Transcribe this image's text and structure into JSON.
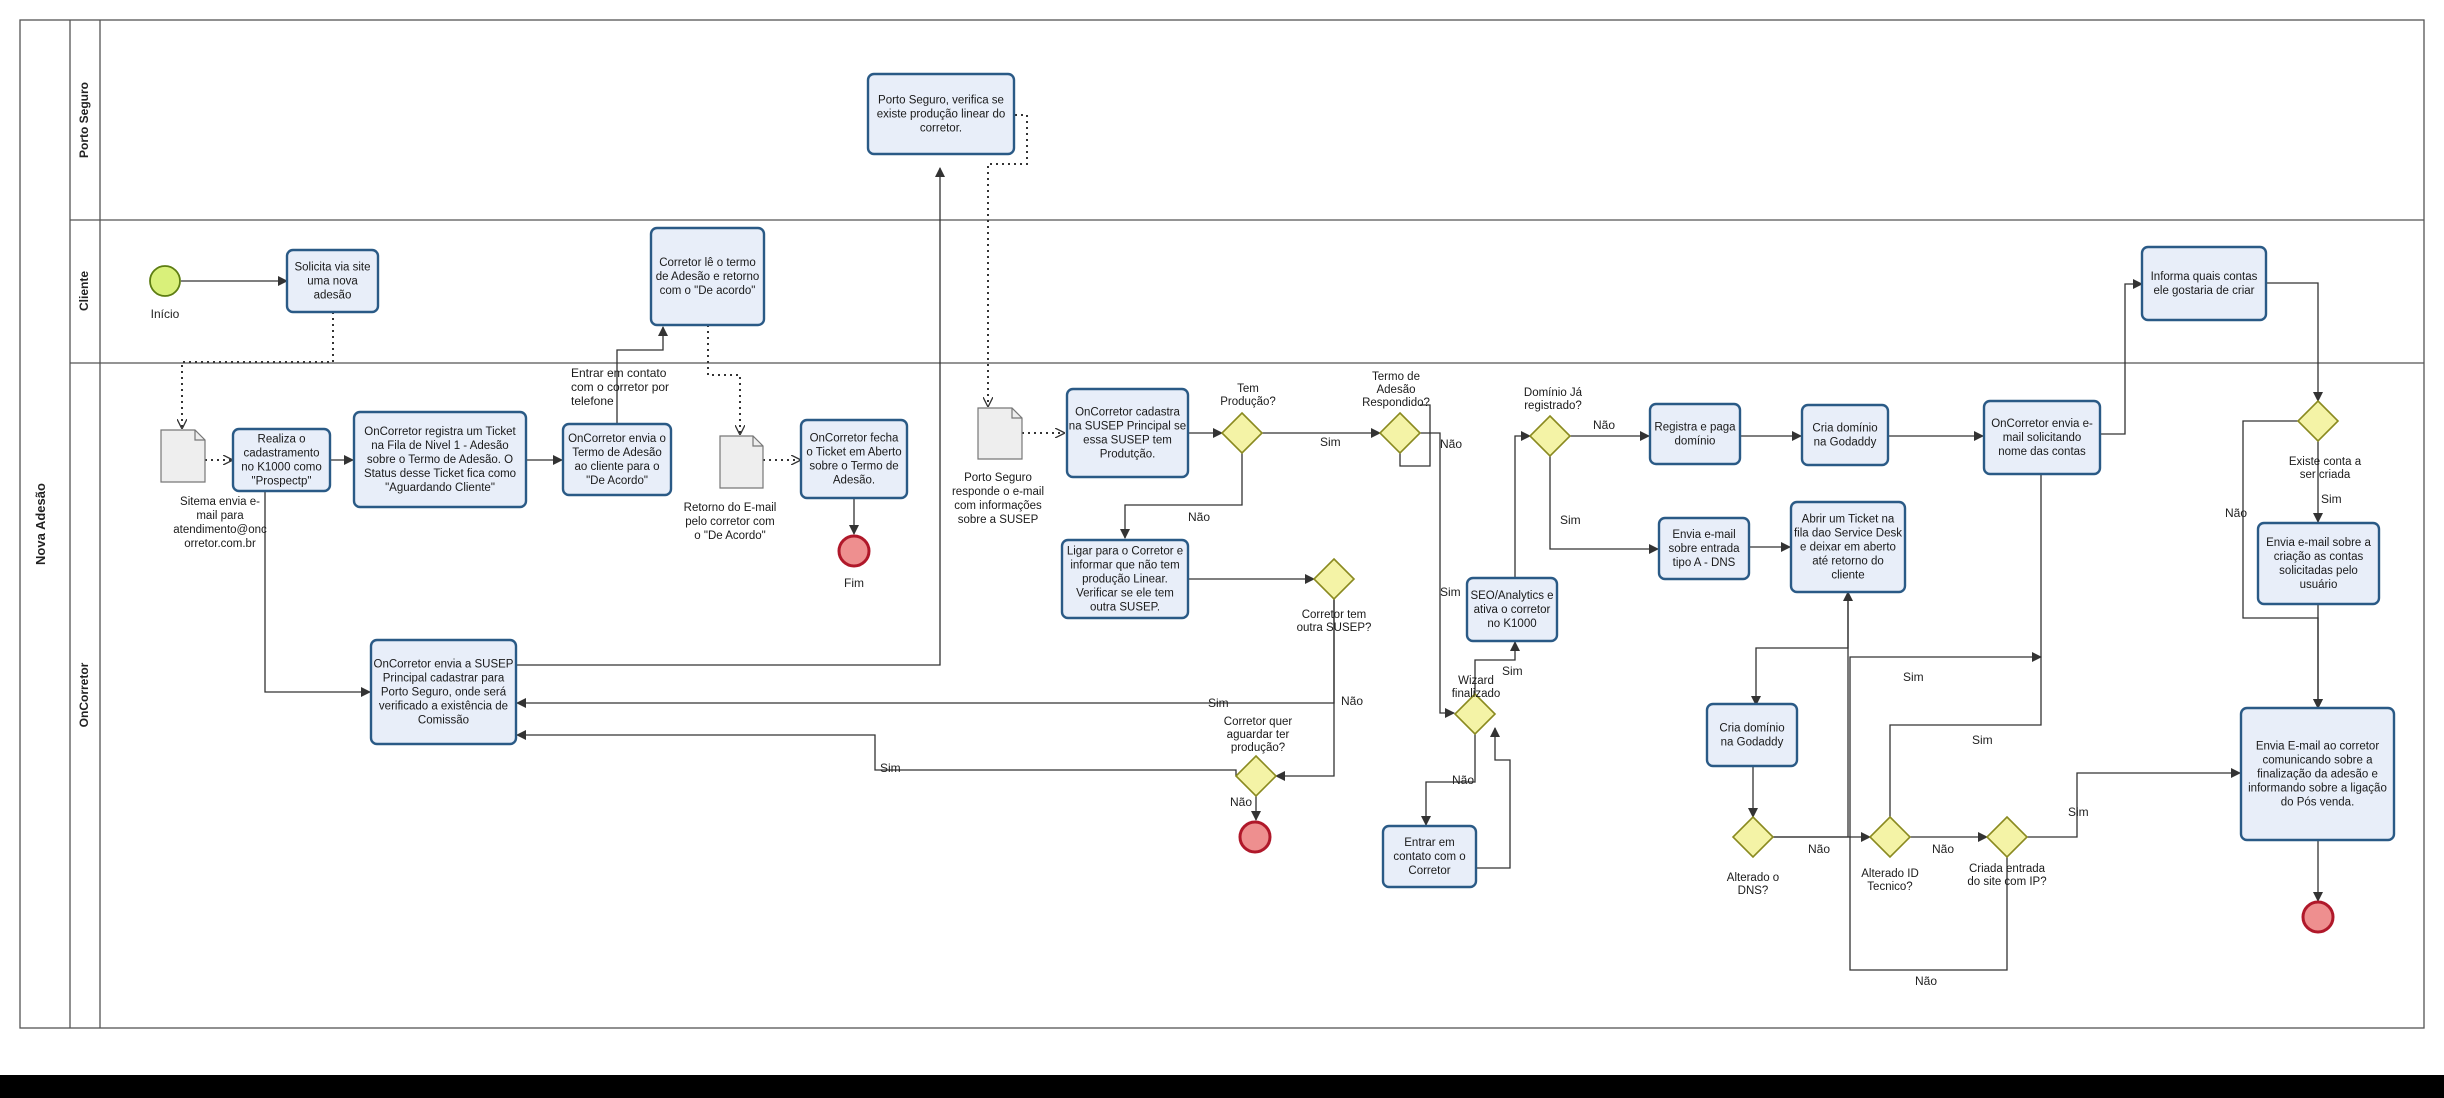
{
  "pool": {
    "title": "Nova Adesão"
  },
  "lanes": {
    "porto": "Porto Seguro",
    "cliente": "Cliente",
    "oncorretor": "OnCorretor"
  },
  "colors": {
    "task_fill": "#e8eef9",
    "task_stroke": "#2a5a86",
    "gateway_fill": "#f4f3a6",
    "gateway_stroke": "#8a8a20",
    "start_fill": "#d9f07a",
    "start_stroke": "#5d7d12",
    "end_fill": "#ee8f8f",
    "end_stroke": "#b0182a",
    "line": "#333333"
  },
  "tasks": {
    "t_solicita": [
      "Solicita via site",
      "uma nova",
      "adesão"
    ],
    "t_realiza": [
      "Realiza o",
      "cadastramento",
      "no K1000 como",
      "\"Prospectp\""
    ],
    "t_registra": [
      "OnCorretor registra um Ticket",
      "na Fila de Nivel 1 - Adesão",
      "sobre o Termo de Adesão. O",
      "Status desse Ticket fica como",
      "\"Aguardando Cliente\""
    ],
    "t_envia_termo": [
      "OnCorretor envia o",
      "Termo de Adesão",
      "ao cliente para o",
      "\"De Acordo\""
    ],
    "t_corretor_le": [
      "Corretor lê o termo",
      "de Adesão e retorno",
      "com o \"De acordo\""
    ],
    "t_fecha": [
      "OnCorretor fecha",
      "o Ticket em Aberto",
      "sobre o Termo de",
      "Adesão."
    ],
    "t_porto_verifica": [
      "Porto Seguro, verifica se",
      "existe produção linear do",
      "corretor."
    ],
    "t_cadastra_susep": [
      "OnCorretor cadastra",
      "na SUSEP Principal se",
      "essa SUSEP tem",
      "Produtção."
    ],
    "t_ligar": [
      "Ligar para o Corretor e",
      "informar que não tem",
      "produção Linear.",
      "Verificar se ele tem",
      "outra SUSEP."
    ],
    "t_envia_susep": [
      "OnCorretor envia a SUSEP",
      "Principal cadastrar para",
      "Porto Seguro, onde será",
      "verificado a existência de",
      "Comissão"
    ],
    "t_seo": [
      "SEO/Analytics e",
      "ativa o corretor",
      "no K1000"
    ],
    "t_entrar": [
      "Entrar em",
      "contato com o",
      "Corretor"
    ],
    "t_registra_paga": [
      "Registra e paga",
      "domínio"
    ],
    "t_cria_dominio_1": [
      "Cria domínio",
      "na Godaddy"
    ],
    "t_envia_email_dns": [
      "Envia e-mail",
      "sobre entrada",
      "tipo A - DNS"
    ],
    "t_abrir_ticket": [
      "Abrir um Ticket na",
      "fila dao Service Desk",
      "e deixar em aberto",
      "até retorno do",
      "cliente"
    ],
    "t_cria_dominio_2": [
      "Cria domínio",
      "na Godaddy"
    ],
    "t_solicitando": [
      "OnCorretor envia e-",
      "mail solicitando",
      "nome das contas"
    ],
    "t_informa": [
      "Informa quais contas",
      "ele gostaria de criar"
    ],
    "t_envia_criacao": [
      "Envia e-mail sobre a",
      "criação as contas",
      "solicitadas pelo",
      "usuário"
    ],
    "t_envia_final": [
      "Envia E-mail ao corretor",
      "comunicando sobre a",
      "finalização da adesão e",
      "informando sobre a ligação",
      "do Pós venda."
    ]
  },
  "gateways": {
    "g_tem_producao": [
      "Tem",
      "Produção?"
    ],
    "g_termo": [
      "Termo de",
      "Adesão",
      "Respondido?"
    ],
    "g_outra_susep": [
      "Corretor tem",
      "outra SUSEP?"
    ],
    "g_aguardar": [
      "Corretor quer",
      "aguardar ter",
      "produção?"
    ],
    "g_wizard": [
      "Wizard",
      "finalizado"
    ],
    "g_dominio": [
      "Domínio Já",
      "registrado?"
    ],
    "g_alterado_dns": [
      "Alterado o",
      "DNS?"
    ],
    "g_alterado_id": [
      "Alterado ID",
      "Tecnico?"
    ],
    "g_criada_ip": [
      "Criada entrada",
      "do site com IP?"
    ],
    "g_existe_conta": [
      "Existe conta a",
      "ser criada"
    ]
  },
  "events": {
    "start": "Início",
    "end_fim": "Fim"
  },
  "documents": {
    "d_sistema": [
      "Sitema envia e-",
      "mail para",
      "atendimento@onc",
      "orretor.com.br"
    ],
    "d_retorno": [
      "Retorno do E-mail",
      "pelo corretor com",
      "o \"De Acordo\""
    ],
    "d_porto": [
      "Porto Seguro",
      "responde o e-mail",
      "com informações",
      "sobre a SUSEP"
    ]
  },
  "annotations": {
    "entrar_contato": [
      "Entrar em contato",
      "com o corretor por",
      "telefone"
    ]
  },
  "flow_labels": {
    "sim": "Sim",
    "nao": "Não"
  }
}
